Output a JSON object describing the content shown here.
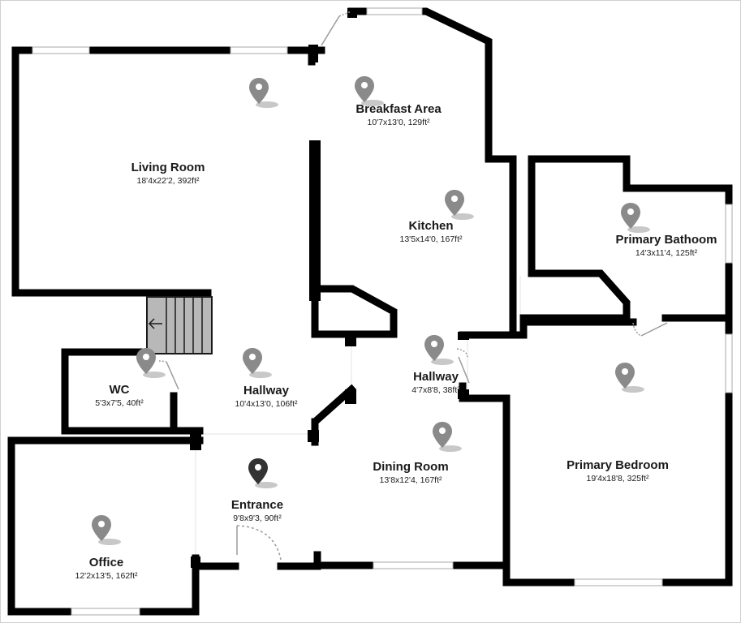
{
  "rooms": [
    {
      "id": "living-room",
      "name": "Living Room",
      "dims": "18'4x22'2, 392ft²"
    },
    {
      "id": "breakfast-area",
      "name": "Breakfast Area",
      "dims": "10'7x13'0, 129ft²"
    },
    {
      "id": "kitchen",
      "name": "Kitchen",
      "dims": "13'5x14'0, 167ft²"
    },
    {
      "id": "primary-bathroom",
      "name": "Primary Bathoom",
      "dims": "14'3x11'4, 125ft²"
    },
    {
      "id": "wc",
      "name": "WC",
      "dims": "5'3x7'5, 40ft²"
    },
    {
      "id": "hallway-main",
      "name": "Hallway",
      "dims": "10'4x13'0, 106ft²"
    },
    {
      "id": "hallway-small",
      "name": "Hallway",
      "dims": "4'7x8'8, 38ft²"
    },
    {
      "id": "dining-room",
      "name": "Dining Room",
      "dims": "13'8x12'4, 167ft²"
    },
    {
      "id": "primary-bedroom",
      "name": "Primary Bedroom",
      "dims": "19'4x18'8, 325ft²"
    },
    {
      "id": "entrance",
      "name": "Entrance",
      "dims": "9'8x9'3, 90ft²"
    },
    {
      "id": "office",
      "name": "Office",
      "dims": "12'2x13'5, 162ft²"
    }
  ],
  "pins": [
    {
      "id": "living-room",
      "active": false
    },
    {
      "id": "breakfast-area",
      "active": false
    },
    {
      "id": "kitchen",
      "active": false
    },
    {
      "id": "primary-bathroom",
      "active": false
    },
    {
      "id": "wc",
      "active": false
    },
    {
      "id": "hallway-main",
      "active": false
    },
    {
      "id": "hallway-small",
      "active": false
    },
    {
      "id": "dining-room",
      "active": false
    },
    {
      "id": "primary-bedroom",
      "active": false
    },
    {
      "id": "entrance",
      "active": true
    },
    {
      "id": "office",
      "active": false
    }
  ],
  "colors": {
    "wall": "#000000",
    "pin_inactive": "#8a8a8a",
    "pin_active": "#333333",
    "stairs": "#b8b8b8",
    "window": "#ffffff"
  },
  "icons": {
    "pin": "map-pin-icon",
    "stairs_arrow": "arrow-left-icon"
  }
}
